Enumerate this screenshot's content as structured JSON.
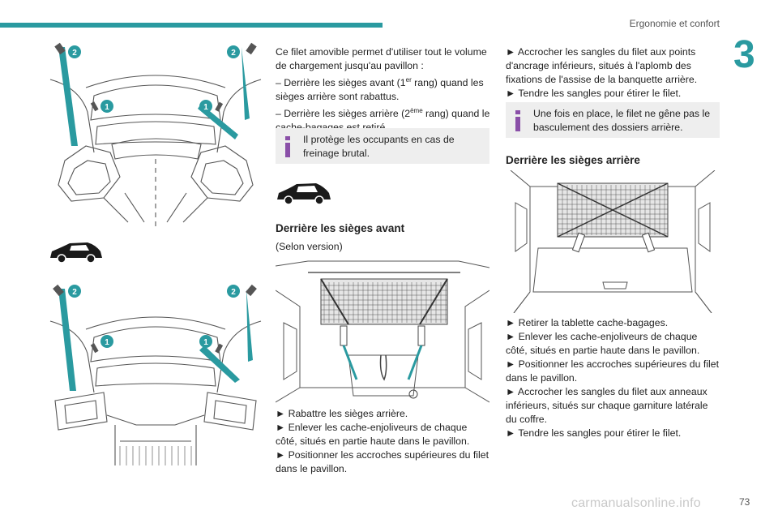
{
  "header": {
    "title": "Ergonomie et confort",
    "chapter": "3",
    "page_number": "73"
  },
  "illustrations": {
    "callout_1": "1",
    "callout_2": "2"
  },
  "col2": {
    "para_line1": "Ce filet amovible permet d'utiliser tout le volume",
    "para_line2": "de chargement jusqu'au pavillon :",
    "item1_line1a": "– Derrière les sièges avant (1",
    "item1_sup": "er",
    "item1_line1b": " rang) quand les",
    "item1_line2": "sièges arrière sont rabattus.",
    "item2_line1a": "– Derrière les sièges arrière (2",
    "item2_sup": "ème",
    "item2_line1b": " rang) quand le",
    "item2_line2": "cache-bagages est retiré.",
    "note_line1": "Il protège les occupants en cas de",
    "note_line2": "freinage brutal.",
    "heading": "Derrière les sièges avant",
    "subtitle": "(Selon version)",
    "steps": [
      "► Rabattre les sièges arrière.",
      "► Enlever les cache-enjoliveurs de chaque",
      "côté, situés en partie haute dans le pavillon.",
      "► Positionner les accroches supérieures du filet",
      "dans le pavillon."
    ]
  },
  "col3": {
    "steps_top": [
      "► Accrocher les sangles du filet aux points",
      "d'ancrage inférieurs, situés à l'aplomb des",
      "fixations de l'assise de la banquette arrière.",
      "► Tendre les sangles pour étirer le filet."
    ],
    "note_line1": "Une fois en place, le filet ne gêne pas le",
    "note_line2": "basculement des dossiers arrière.",
    "heading": "Derrière les sièges arrière",
    "steps_bottom": [
      "► Retirer la tablette cache-bagages.",
      "► Enlever les cache-enjoliveurs de chaque",
      "côté, situés en partie haute dans le pavillon.",
      "► Positionner les accroches supérieures du filet",
      "dans le pavillon.",
      "► Accrocher les sangles du filet aux anneaux",
      "inférieurs, situés sur chaque garniture latérale",
      "du coffre.",
      "► Tendre les sangles pour étirer le filet."
    ]
  },
  "watermark": "carmanualsonline.info",
  "colors": {
    "accent": "#2a9aa0",
    "note_bg": "#eeeeee",
    "info_icon": "#8a4fa8"
  }
}
